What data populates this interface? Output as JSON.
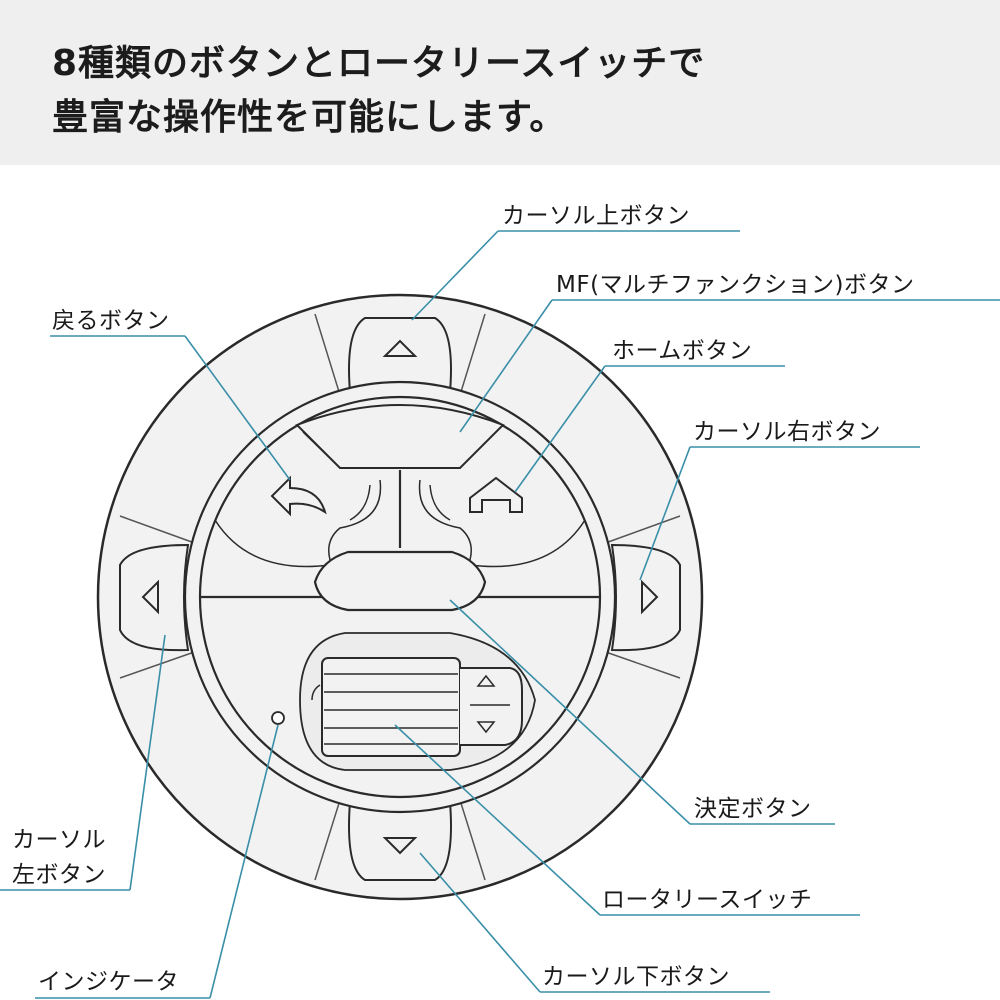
{
  "header": {
    "line1": "8種類のボタンとロータリースイッチで",
    "line2": "豊富な操作性を可能にします。"
  },
  "labels": {
    "cursor_up": "カーソル上ボタン",
    "mf": "MF(マルチファンクション)ボタン",
    "back": "戻るボタン",
    "home": "ホームボタン",
    "cursor_right": "カーソル右ボタン",
    "cursor_left_1": "カーソル",
    "cursor_left_2": "左ボタン",
    "enter": "決定ボタン",
    "rotary": "ロータリースイッチ",
    "indicator": "インジケータ",
    "cursor_down": "カーソル下ボタン"
  },
  "colors": {
    "header_bg": "#efefef",
    "body_fill": "#f2f2f2",
    "outline": "#2a2a2a",
    "leader": "#3a8fa8"
  }
}
